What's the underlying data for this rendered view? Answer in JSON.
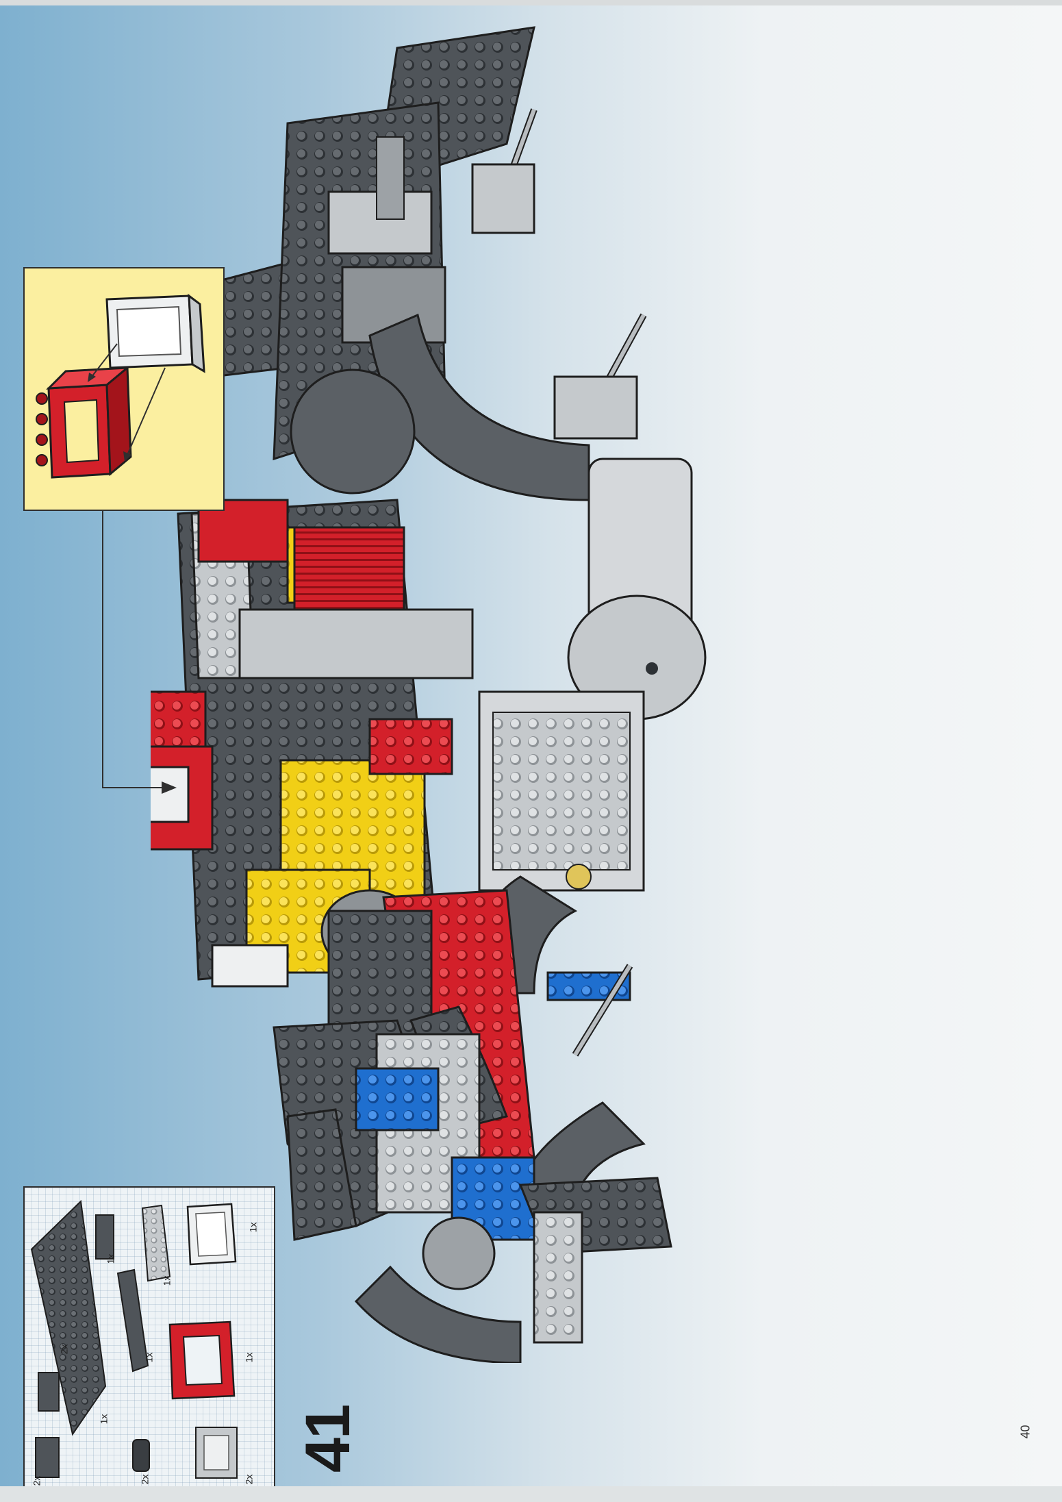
{
  "step": {
    "number": "41"
  },
  "page": {
    "number": "40"
  },
  "parts_list": {
    "items": [
      {
        "part": "dark-gray-2x1-brick",
        "qty": "2x"
      },
      {
        "part": "dark-gray-axle-pin",
        "qty": "2x"
      },
      {
        "part": "light-gray-plate",
        "qty": "2x"
      },
      {
        "part": "dark-gray-large-plate",
        "qty": "1x"
      },
      {
        "part": "dark-gray-2x1-brick-b",
        "qty": "2x"
      },
      {
        "part": "dark-gray-long-plate",
        "qty": "1x"
      },
      {
        "part": "red-window-frame",
        "qty": "1x"
      },
      {
        "part": "dark-gray-1x4-plate",
        "qty": "1x"
      },
      {
        "part": "light-gray-plate-studs",
        "qty": "1x"
      },
      {
        "part": "white-window-glass",
        "qty": "1x"
      }
    ]
  },
  "colors": {
    "red": "#d7202a",
    "yellow": "#f4d21a",
    "blue": "#1f6fcf",
    "dark_gray": "#555a5f",
    "light_gray": "#c7cbce",
    "callout_bg": "#fbefa0"
  }
}
